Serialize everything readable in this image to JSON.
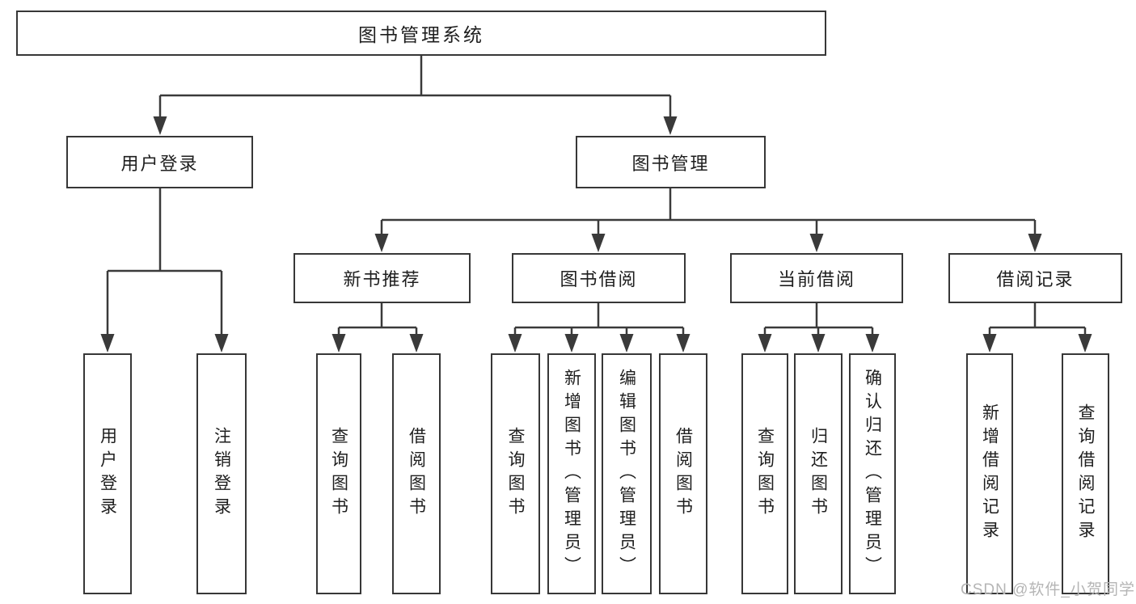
{
  "tree": {
    "root": {
      "label": "图书管理系统"
    },
    "user_login": {
      "label": "用户登录",
      "children": [
        {
          "label": "用户登录"
        },
        {
          "label": "注销登录"
        }
      ]
    },
    "book_management": {
      "label": "图书管理"
    },
    "new_book_rec": {
      "label": "新书推荐",
      "children": [
        {
          "label": "查询图书"
        },
        {
          "label": "借阅图书"
        }
      ]
    },
    "book_borrow": {
      "label": "图书借阅",
      "children": [
        {
          "label": "查询图书"
        },
        {
          "label": "新增图书（管理员）"
        },
        {
          "label": "编辑图书（管理员）"
        },
        {
          "label": "借阅图书"
        }
      ]
    },
    "current_borrow": {
      "label": "当前借阅",
      "children": [
        {
          "label": "查询图书"
        },
        {
          "label": "归还图书"
        },
        {
          "label": "确认归还（管理员）"
        }
      ]
    },
    "borrow_records": {
      "label": "借阅记录",
      "children": [
        {
          "label": "新增借阅记录"
        },
        {
          "label": "查询借阅记录"
        }
      ]
    }
  },
  "watermark": {
    "text": "CSDN @软件_小贺同学"
  },
  "colors": {
    "line": "#3a3a3a",
    "text": "#1e1e1e",
    "watermark": "#b5b5b5",
    "background": "#ffffff"
  }
}
